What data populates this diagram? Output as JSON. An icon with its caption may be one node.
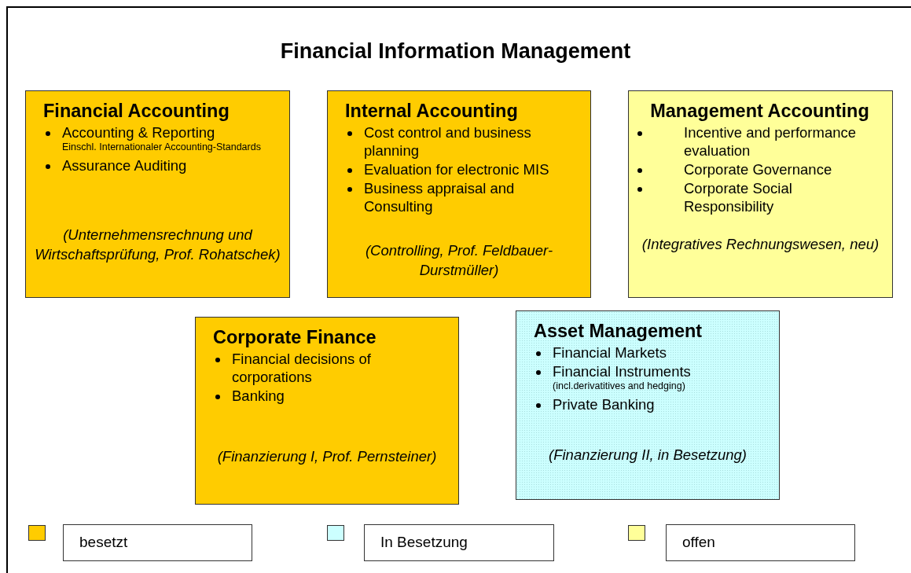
{
  "diagram": {
    "title": "Financial Information Management",
    "nodes": [
      {
        "text": [
          "Financial Accounting",
          "Accounting & Reporting",
          "Einschl. Internationaler Accounting-Standards",
          "Assurance Auditing",
          "(Unternehmensrechnung und Wirtschaftsprüfung, Prof. Rohatschek)"
        ]
      },
      {
        "text": [
          "Internal Accounting",
          "Cost control and business planning",
          "Evaluation for electronic MIS",
          "Business appraisal and Consulting",
          "(Controlling, Prof. Feldbauer-Durstmüller)"
        ]
      },
      {
        "text": [
          "Management Accounting",
          "Incentive and performance evaluation",
          "Corporate Governance",
          "Corporate Social Responsibility",
          "(Integratives Rechnungswesen, neu)"
        ]
      },
      {
        "text": [
          "Corporate Finance",
          "Financial decisions of corporations",
          "Banking",
          "(Finanzierung I, Prof. Pernsteiner)"
        ]
      },
      {
        "text": [
          "Asset Management",
          "Financial Markets",
          "Financial Instruments",
          "(incl.derivatitives and hedging)",
          "Private Banking",
          "(Finanzierung II, in Besetzung)"
        ]
      }
    ],
    "legend": [
      {
        "text": "besetzt",
        "color": "#ffcc00"
      },
      {
        "text": "In Besetzung",
        "color": "#ccffff"
      },
      {
        "text": "offen",
        "color": "#ffff99"
      }
    ]
  }
}
